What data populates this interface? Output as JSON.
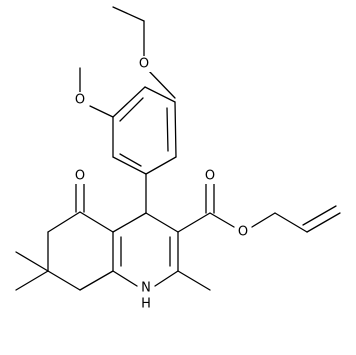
{
  "molecule": {
    "atom_labels": {
      "methoxy_oxygen": "O",
      "ethoxy_oxygen": "O",
      "ketone_oxygen": "O",
      "carbonyl_oxygen": "O",
      "ester_oxygen": "O",
      "amine": "N",
      "amine_hydrogen": "H"
    }
  }
}
